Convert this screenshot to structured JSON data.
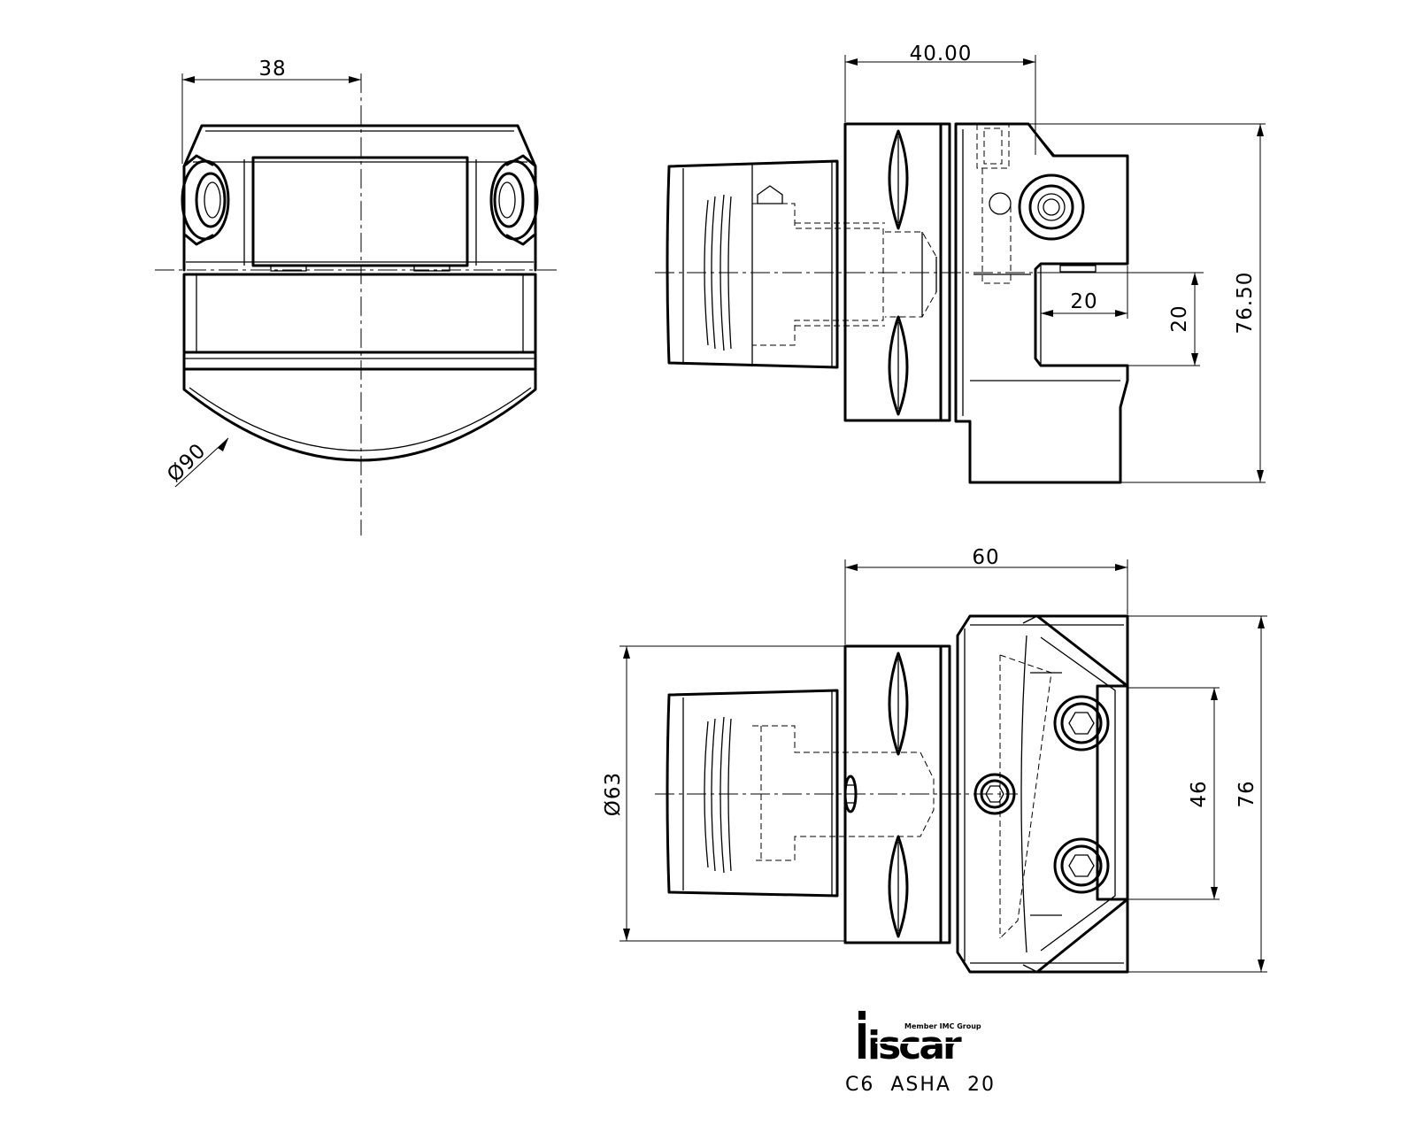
{
  "dimensions": {
    "front_width": "38",
    "front_diameter": "Ø90",
    "side_length": "40.00",
    "side_height": "76.50",
    "slot_depth": "20",
    "slot_height": "20",
    "top_length": "60",
    "shank_diameter": "Ø63",
    "screw_spacing": "46",
    "top_height": "76"
  },
  "logo": {
    "brand": "iscar",
    "tagline": "Member IMC Group"
  },
  "part_number": "C6  ASHA  20"
}
